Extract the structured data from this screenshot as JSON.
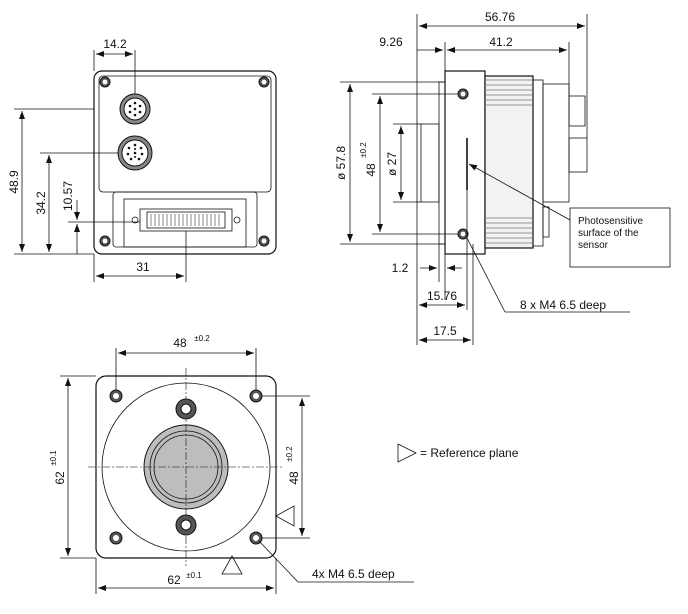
{
  "front_view": {
    "dim_connector_offset": "14.2",
    "dim_height_total": "48.9",
    "dim_height_lower": "34.2",
    "dim_height_bottom": "10.57",
    "dim_width_connector": "31"
  },
  "side_view": {
    "dim_total_length": "56.76",
    "dim_flange_offset": "9.26",
    "dim_body_length": "41.2",
    "dim_diameter_outer": "ø 57.8",
    "dim_hole_spacing": "48",
    "dim_hole_spacing_tol": "±0.2",
    "dim_diameter_lens": "ø 27",
    "dim_small_gap": "1.2",
    "dim_sensor_offset": "15.76",
    "dim_flange_depth": "17.5",
    "label_holes": "8 x M4 6.5 deep",
    "label_sensor_line1": "Photosensitive",
    "label_sensor_line2": "surface of the",
    "label_sensor_line3": "sensor"
  },
  "bottom_view": {
    "dim_hole_spacing_top": "48",
    "dim_hole_spacing_top_tol": "±0.2",
    "dim_height": "62",
    "dim_height_tol": "±0.1",
    "dim_hole_spacing_right": "48",
    "dim_hole_spacing_right_tol": "±0.2",
    "dim_width": "62",
    "dim_width_tol": "±0.1",
    "label_holes": "4x M4 6.5 deep"
  },
  "legend": {
    "reference_plane": "= Reference plane"
  }
}
